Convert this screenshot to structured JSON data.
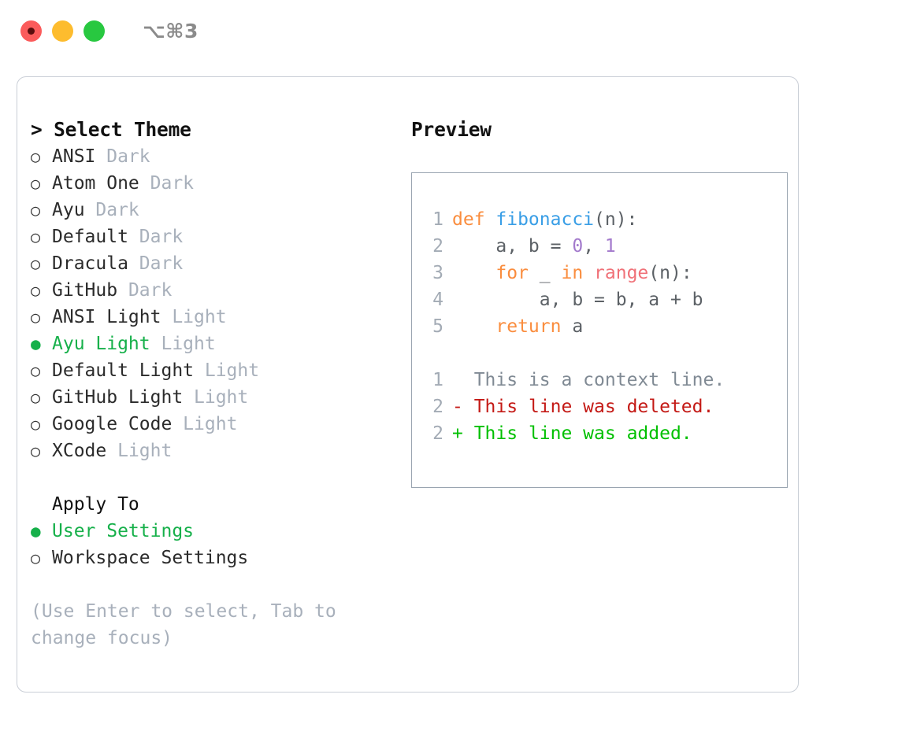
{
  "window": {
    "shortcut": "⌥⌘3",
    "traffic_lights": [
      {
        "name": "close",
        "color": "#fb5b5b"
      },
      {
        "name": "minimize",
        "color": "#fdbc2e"
      },
      {
        "name": "maximize",
        "color": "#28c840"
      }
    ]
  },
  "theme_panel": {
    "header": "> Select Theme",
    "bullet_unselected": "○",
    "bullet_selected": "●",
    "items": [
      {
        "name": "ANSI",
        "kind": "Dark",
        "selected": false
      },
      {
        "name": "Atom One",
        "kind": "Dark",
        "selected": false
      },
      {
        "name": "Ayu",
        "kind": "Dark",
        "selected": false
      },
      {
        "name": "Default",
        "kind": "Dark",
        "selected": false
      },
      {
        "name": "Dracula",
        "kind": "Dark",
        "selected": false
      },
      {
        "name": "GitHub",
        "kind": "Dark",
        "selected": false
      },
      {
        "name": "ANSI Light",
        "kind": "Light",
        "selected": false
      },
      {
        "name": "Ayu Light",
        "kind": "Light",
        "selected": true
      },
      {
        "name": "Default Light",
        "kind": "Light",
        "selected": false
      },
      {
        "name": "GitHub Light",
        "kind": "Light",
        "selected": false
      },
      {
        "name": "Google Code",
        "kind": "Light",
        "selected": false
      },
      {
        "name": "XCode",
        "kind": "Light",
        "selected": false
      }
    ]
  },
  "apply_to": {
    "header": "Apply To",
    "options": [
      {
        "label": "User Settings",
        "selected": true
      },
      {
        "label": "Workspace Settings",
        "selected": false
      }
    ]
  },
  "hint": "(Use Enter to select, Tab to change focus)",
  "preview": {
    "header": "Preview",
    "code_lines": [
      {
        "number": "1",
        "tokens": [
          {
            "text": "def ",
            "type": "keyword"
          },
          {
            "text": "fibonacci",
            "type": "function"
          },
          {
            "text": "(n):",
            "type": "punct"
          }
        ]
      },
      {
        "number": "2",
        "tokens": [
          {
            "text": "    a, b = ",
            "type": "plain"
          },
          {
            "text": "0",
            "type": "number"
          },
          {
            "text": ", ",
            "type": "plain"
          },
          {
            "text": "1",
            "type": "number"
          }
        ]
      },
      {
        "number": "3",
        "tokens": [
          {
            "text": "    for",
            "type": "keyword"
          },
          {
            "text": " _ ",
            "type": "plain"
          },
          {
            "text": "in",
            "type": "keyword"
          },
          {
            "text": " ",
            "type": "plain"
          },
          {
            "text": "range",
            "type": "builtin"
          },
          {
            "text": "(n):",
            "type": "punct"
          }
        ]
      },
      {
        "number": "4",
        "tokens": [
          {
            "text": "        a, b = b, a + b",
            "type": "plain"
          }
        ]
      },
      {
        "number": "5",
        "tokens": [
          {
            "text": "    return",
            "type": "keyword"
          },
          {
            "text": " a",
            "type": "plain"
          }
        ]
      }
    ],
    "diff_lines": [
      {
        "number": "1",
        "marker": " ",
        "text": " This is a context line.",
        "type": "context"
      },
      {
        "number": "2",
        "marker": "-",
        "text": " This line was deleted.",
        "type": "removed"
      },
      {
        "number": "2",
        "marker": "+",
        "text": " This line was added.",
        "type": "added"
      }
    ]
  },
  "colors": {
    "accent_green": "#16b04a",
    "muted": "#a8b0bb",
    "card_border": "#c9ced6",
    "preview_border": "#9aa5b1",
    "keyword": "#fa8d3e",
    "function": "#399ee6",
    "number": "#a37acc",
    "builtin": "#f07178",
    "diff_removed": "#c41a16",
    "diff_added": "#00c000",
    "diff_context": "#808a94"
  }
}
